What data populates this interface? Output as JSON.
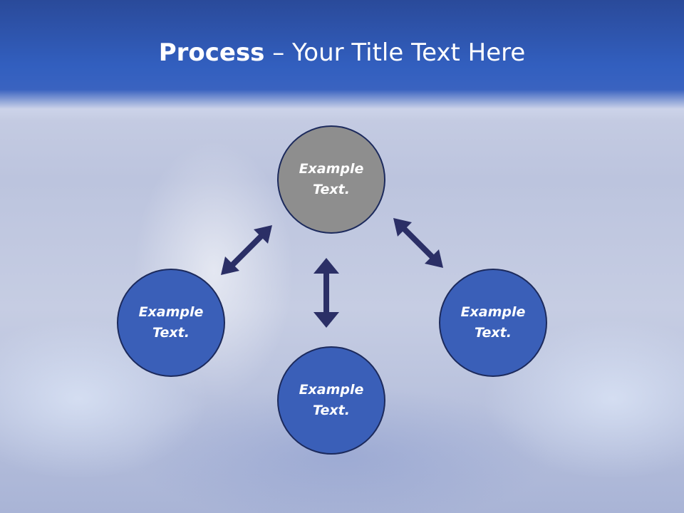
{
  "slide": {
    "title_bold": "Process",
    "title_rest": " – Your Title Text Here"
  },
  "diagram": {
    "nodes": [
      {
        "id": "top",
        "text": "Example\nText.",
        "color": "#8e8e8e"
      },
      {
        "id": "left",
        "text": "Example\nText.",
        "color": "#3a5fb8"
      },
      {
        "id": "right",
        "text": "Example\nText.",
        "color": "#3a5fb8"
      },
      {
        "id": "bottom",
        "text": "Example\nText.",
        "color": "#3a5fb8"
      }
    ],
    "arrow_color": "#2b2f66",
    "banner_color": "#325fbf"
  }
}
